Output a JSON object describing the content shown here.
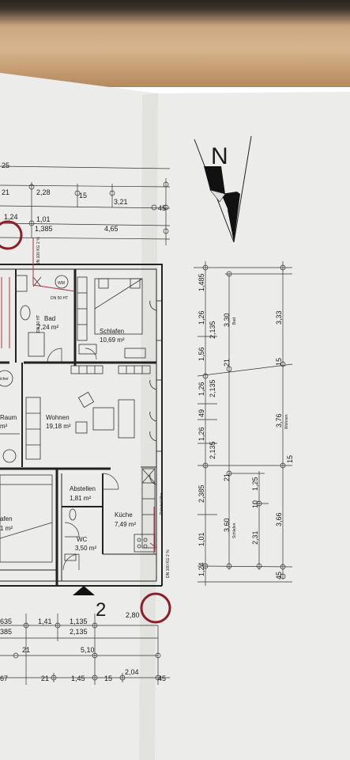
{
  "north_label": "N",
  "section_marker": "2",
  "rooms": [
    {
      "name": "Bad",
      "area": "7,24 m²"
    },
    {
      "name": "Schlafen",
      "area": "10,69 m²"
    },
    {
      "name": "Wohnen",
      "area": "19,18 m²"
    },
    {
      "name": "Abstellen",
      "area": "1,81 m²"
    },
    {
      "name": "Küche",
      "area": "7,49 m²"
    },
    {
      "name": "WC",
      "area": "3,50 m²"
    }
  ],
  "partial_labels": {
    "raum": "Raum",
    "raum_area": "m²",
    "afen": "afen",
    "afen_area": "1 m²",
    "icher": "icher"
  },
  "fixtures": {
    "wm": "WM"
  },
  "pipe_labels": {
    "dn50_h": "DN 50 HT",
    "dn50_v": "DN 50 HT",
    "dn100_top": "DN 100 KG 2 %",
    "dn100_bottom": "DN 100 KG 2 %",
    "rohrbelufter": "Rohrbelüfter"
  },
  "top_dims": {
    "r0": "25",
    "r1": [
      "21",
      "2,28",
      "15",
      "3,21",
      "45"
    ],
    "r2": [
      "1,24",
      "1,01"
    ],
    "r3": [
      "1,385",
      "4,65"
    ]
  },
  "bottom_dims": {
    "r1": [
      "635",
      "1,41",
      "1,135",
      "2,80"
    ],
    "r2": [
      "385",
      "2,135"
    ],
    "r3": [
      "21",
      "5,10"
    ],
    "r4": [
      "67",
      "21",
      "1,45",
      "15",
      "2,04",
      "45"
    ]
  },
  "right_dims": {
    "col1": [
      "1,485",
      "1,26",
      "1,56",
      "1,26",
      "49",
      "1,26",
      "2,385",
      "1,01",
      "1,24"
    ],
    "col2": [
      "2,135",
      "2,135",
      "2,135"
    ],
    "col3": [
      "3,30",
      "21",
      "21",
      "3,60",
      "10"
    ],
    "col3_small": [
      "Bad",
      "Schlafen"
    ],
    "col4": [
      "1,25",
      "2,31"
    ],
    "col5": [
      "3,33",
      "15",
      "3,76",
      "3,66",
      "15",
      "45"
    ],
    "col5_small": [
      "Wohnen"
    ]
  }
}
